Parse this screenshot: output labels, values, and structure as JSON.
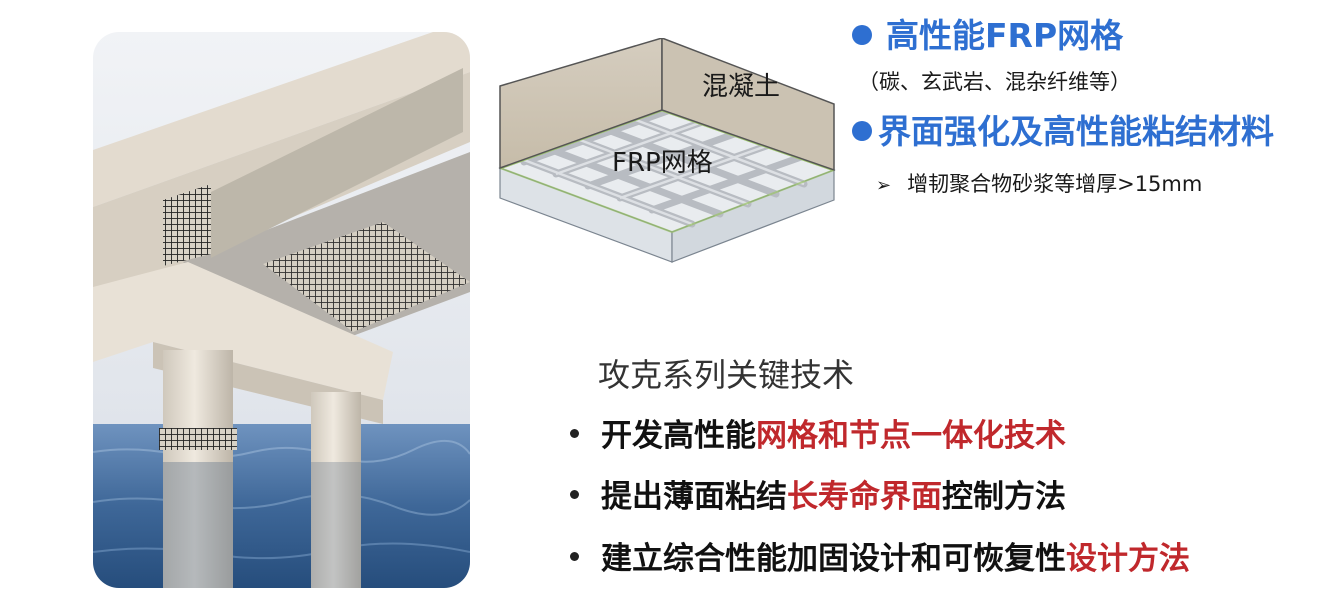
{
  "diagram": {
    "concrete_label": "混凝土",
    "frp_label": "FRP网格"
  },
  "features": {
    "item1": {
      "title": "高性能FRP网格",
      "note": "（碳、玄武岩、混杂纤维等）"
    },
    "item2": {
      "title": "界面强化及高性能粘结材料",
      "note": "增韧聚合物砂浆等增厚>15mm"
    }
  },
  "key_tech": {
    "heading": "攻克系列关键技术",
    "items": [
      {
        "prefix": "开发高性能",
        "highlight": "网格和节点一体化技术",
        "suffix": ""
      },
      {
        "prefix": "提出薄面粘结",
        "highlight": "长寿命界面",
        "suffix": "控制方法"
      },
      {
        "prefix": "建立综合性能加固设计和可恢复性",
        "highlight": "设计方法",
        "suffix": ""
      }
    ]
  },
  "colors": {
    "accent_blue": "#2e6fd1",
    "highlight_red": "#c0282c"
  }
}
